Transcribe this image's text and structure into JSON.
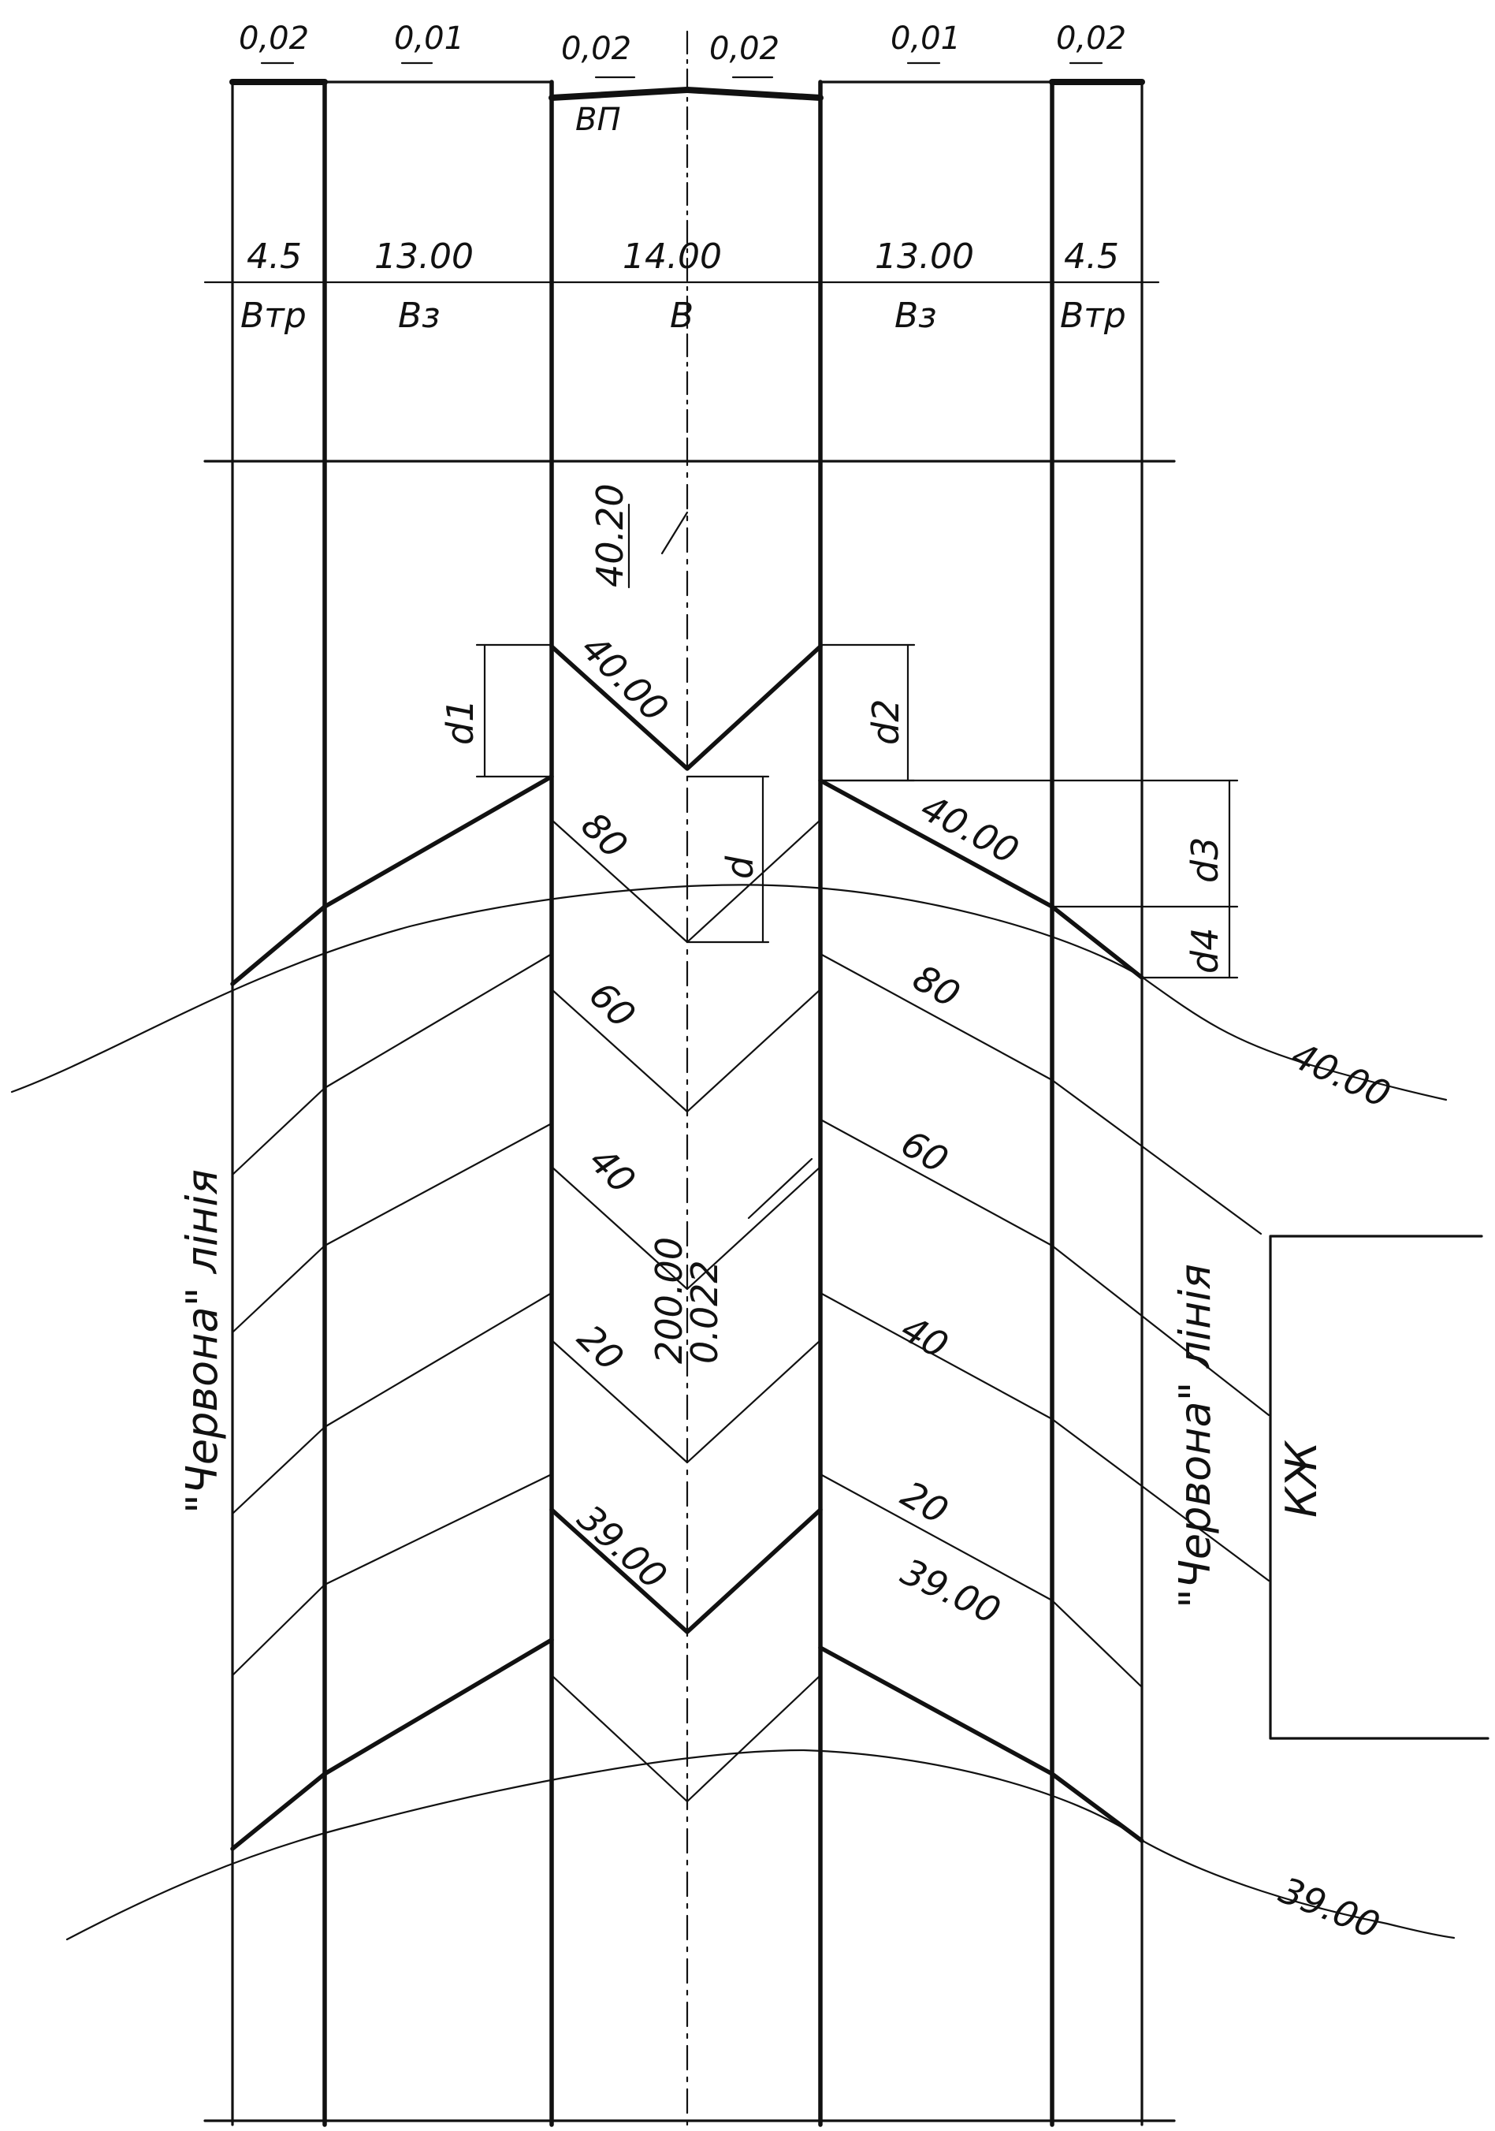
{
  "profile": {
    "slopes": [
      "0,02",
      "0,01",
      "0,02",
      "0,02",
      "0,01",
      "0,02"
    ],
    "axis_label": "ВП"
  },
  "widths": {
    "values": [
      "4.5",
      "13.00",
      "14.00",
      "13.00",
      "4.5"
    ],
    "symbols": [
      "Втр",
      "Вз",
      "В",
      "Вз",
      "Втр"
    ]
  },
  "elevations": {
    "axis_top": "40.20",
    "crown_edge": "40.00",
    "right_bottom": "40.00",
    "contour_top": "40.00",
    "lower_left": "39.00",
    "lower_right": "39.00",
    "contour_bottom": "39.00"
  },
  "dims": [
    "d1",
    "d2",
    "d",
    "d3",
    "d4"
  ],
  "contour_labels": {
    "center": [
      "80",
      "60",
      "40",
      "20"
    ],
    "right": [
      "80",
      "60",
      "40",
      "20"
    ]
  },
  "axis_param": [
    "200.00",
    "0.022"
  ],
  "red_line_left": "\"Червона\" лінія",
  "red_line_right": "\"Червона\" лінія",
  "building": "КЖ"
}
